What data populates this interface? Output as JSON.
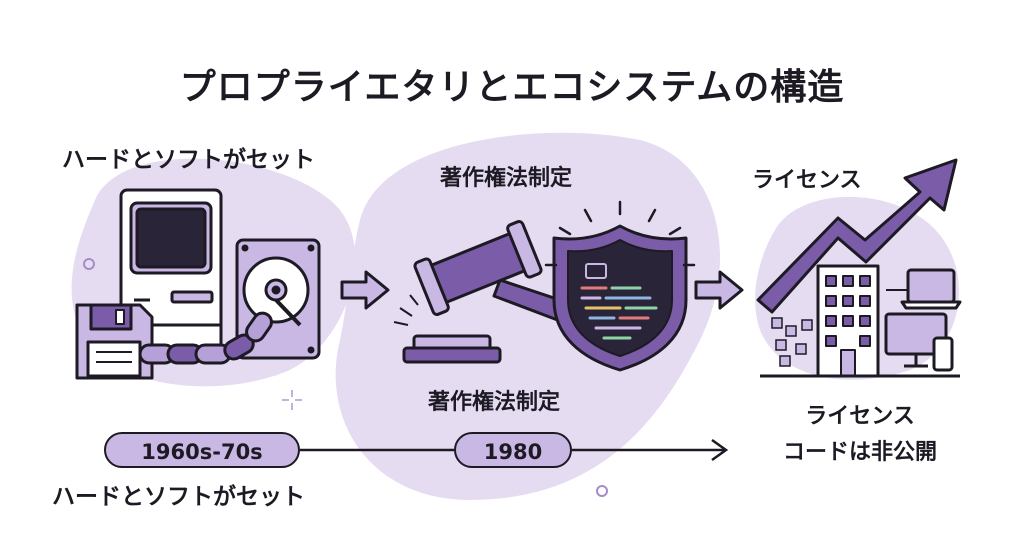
{
  "title": "プロプライエタリとエコシステムの構造",
  "stage1": {
    "label": "ハードとソフトがセット"
  },
  "stage2": {
    "label": "著作権法制定"
  },
  "stage3": {
    "label": "ライセンス"
  },
  "timeline": {
    "items": [
      {
        "year": "1960s-70s",
        "caption": "ハードとソフトがセット"
      },
      {
        "year": "1980",
        "caption": "著作権法制定"
      },
      {
        "caption_line1": "ライセンス",
        "caption_line2": "コードは非公開"
      }
    ]
  },
  "colors": {
    "lavender": "#c9b8e4",
    "blob": "#e6dcf2",
    "purple": "#7a5ca8",
    "dark": "#2a2438"
  },
  "icons": [
    "computer-icon",
    "floppy-disk-icon",
    "hard-drive-icon",
    "chain-icon",
    "gavel-icon",
    "shield-code-icon",
    "building-icon",
    "device-icon",
    "growth-arrow-icon"
  ]
}
